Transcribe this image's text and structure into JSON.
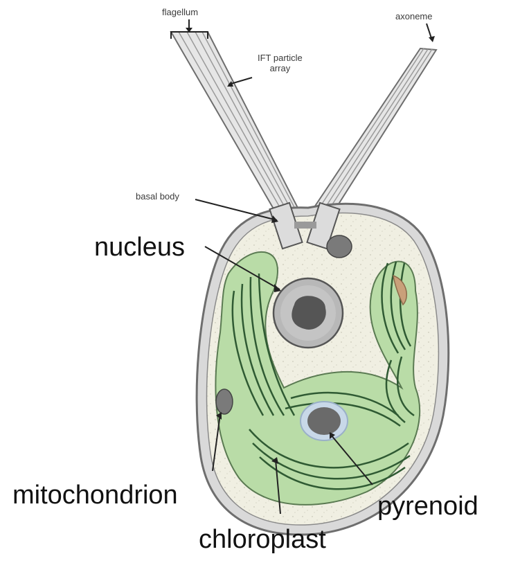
{
  "labels": {
    "flagellum": "flagellum",
    "axoneme": "axoneme",
    "ift_particle_array": "IFT particle\narray",
    "basal_body": "basal body",
    "nucleus": "nucleus",
    "mitochondrion": "mitochondrion",
    "pyrenoid": "pyrenoid",
    "chloroplast": "chloroplast"
  },
  "colors": {
    "cytoplasm": "#f0efe2",
    "membrane": "#6e6e6e",
    "chloroplast_fill": "#b9dca7",
    "thylakoid": "#2f5a33",
    "nucleus_outer": "#b8b8b8",
    "nucleolus": "#555555",
    "pyrenoid": "#6a6a6a",
    "mitochondrion": "#7a7a7a",
    "flagellum_fill": "#e6e6e6"
  }
}
